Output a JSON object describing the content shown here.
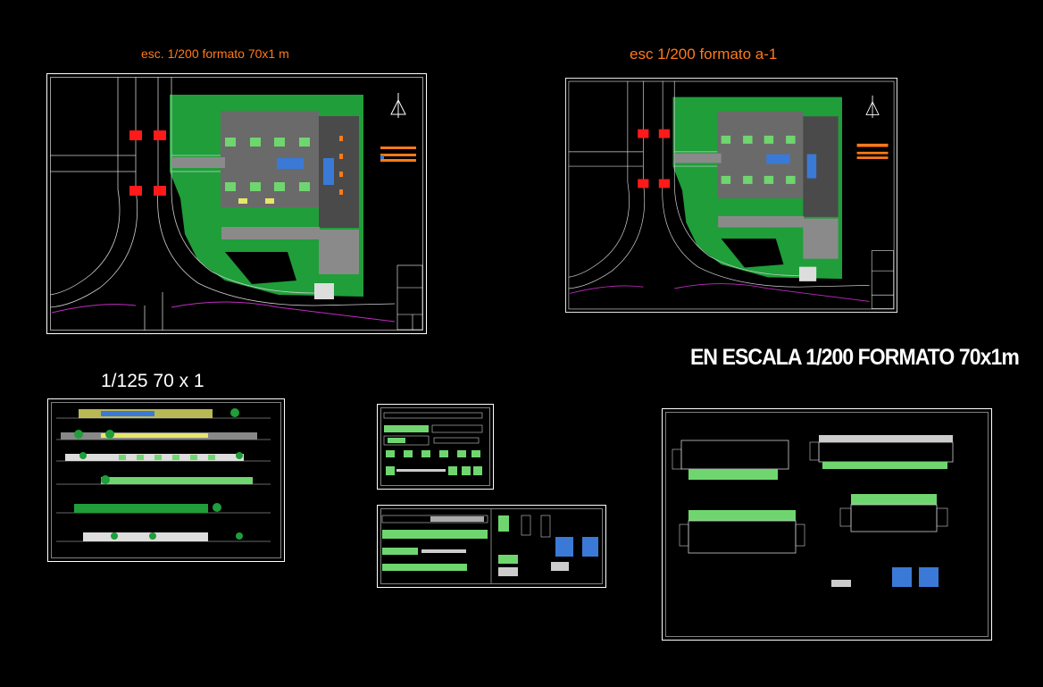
{
  "labels": {
    "plan_1": "esc. 1/200 formato 70x1 m",
    "plan_2": "esc 1/200 formato a-1",
    "elevations": "1/125  70 x 1",
    "big_note": "EN ESCALA 1/200  FORMATO 70x1m"
  },
  "colors": {
    "background": "#000000",
    "label_orange": "#ff7a1a",
    "frame": "#ffffff",
    "grass": "#1f9e3a",
    "road_line": "#cfcfcf",
    "marker_red": "#ff1a1a",
    "curb_magenta": "#c02cc0",
    "room_green": "#6fd66f",
    "pavement_gray": "#8a8a8a"
  }
}
